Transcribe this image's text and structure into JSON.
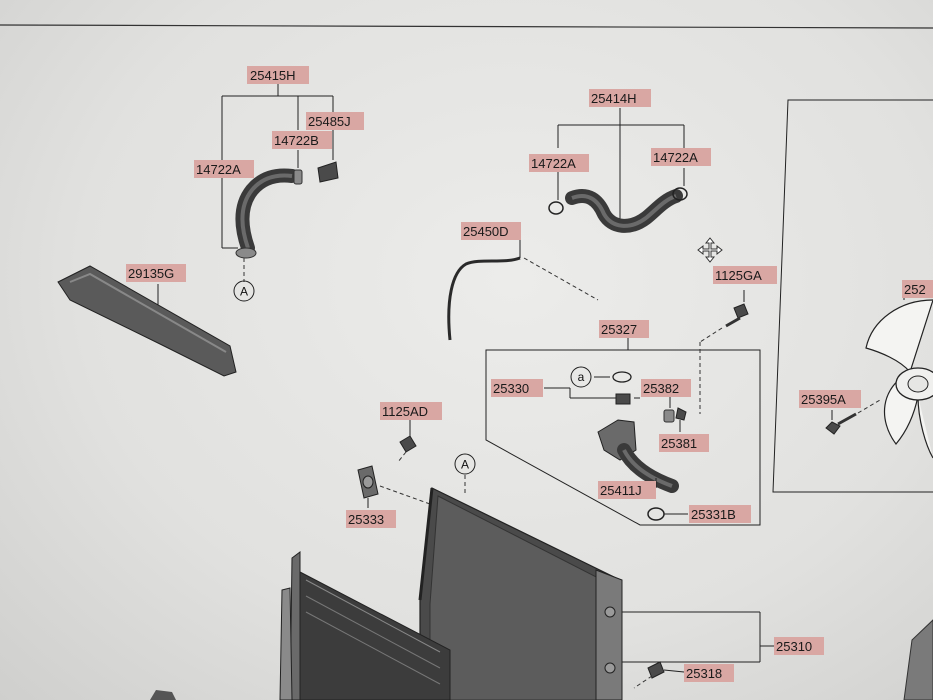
{
  "parts": {
    "p25415H": "25415H",
    "p25485J": "25485J",
    "p14722B": "14722B",
    "p14722A_l": "14722A",
    "p25414H": "25414H",
    "p14722A_m": "14722A",
    "p14722A_r": "14722A",
    "p29135G": "29135G",
    "p25450D": "25450D",
    "p1125GA": "1125GA",
    "p252": "252",
    "p25327": "25327",
    "p25330": "25330",
    "p25382": "25382",
    "p25381": "25381",
    "p25395A": "25395A",
    "p1125AD": "1125AD",
    "p25411J": "25411J",
    "p25331B": "25331B",
    "p25333": "25333",
    "p25310": "25310",
    "p25318": "25318"
  },
  "markers": {
    "a_upper": "A",
    "a_lower": "A",
    "a_small": "a"
  }
}
